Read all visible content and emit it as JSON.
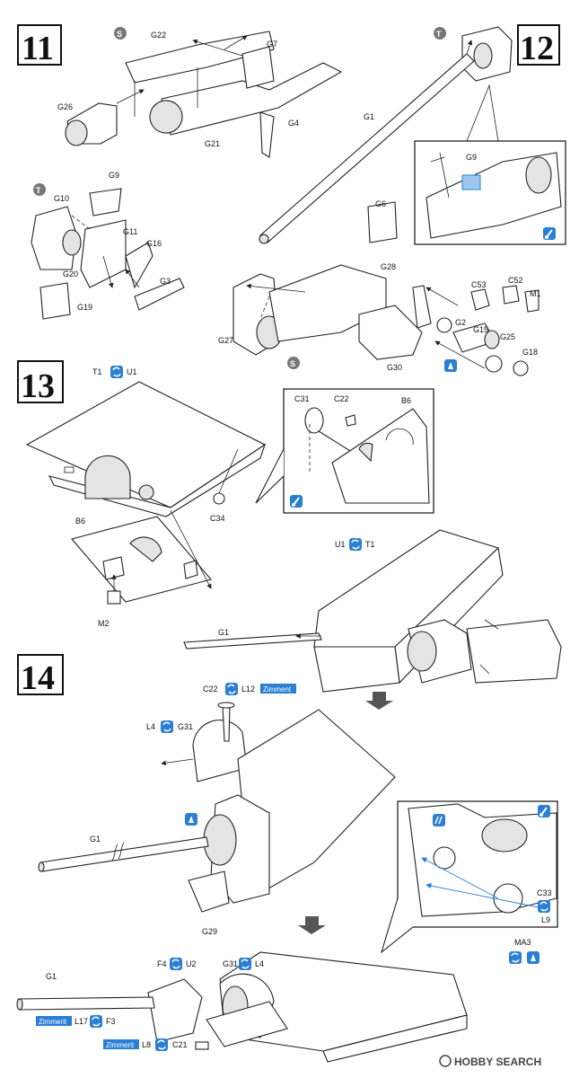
{
  "steps": {
    "s11": "11",
    "s12": "12",
    "s13": "13",
    "s14": "14"
  },
  "markers": {
    "s": "S",
    "t": "T"
  },
  "labels": {
    "g22": "G22",
    "g7": "G7",
    "g26": "G26",
    "g21": "G21",
    "g4": "G4",
    "g9a": "G9",
    "g10": "G10",
    "g11": "G11",
    "g16": "G16",
    "g20": "G20",
    "g3": "G3",
    "g19": "G19",
    "g1a": "G1",
    "g9b": "G9",
    "g6": "G6",
    "g28": "G28",
    "c53": "C53",
    "c52": "C52",
    "m1": "M1",
    "g2": "G2",
    "g15": "G15",
    "g25": "G25",
    "g18": "G18",
    "g27": "G27",
    "g30": "G30",
    "t1a": "T1",
    "u1a": "U1",
    "c34": "C34",
    "b6a": "B6",
    "m2": "M2",
    "c31": "C31",
    "c22a": "C22",
    "b6b": "B6",
    "u1b": "U1",
    "t1b": "T1",
    "g1b": "G1",
    "c22b": "C22",
    "l12": "L12",
    "l4a": "L4",
    "g31a": "G31",
    "g1c": "G1",
    "g29": "G29",
    "c33": "C33",
    "l9": "L9",
    "ma3": "MA3",
    "g1d": "G1",
    "f4": "F4",
    "u2": "U2",
    "g31b": "G31",
    "l4b": "L4",
    "l17": "L17",
    "f3": "F3",
    "l8": "L8",
    "c21": "C21"
  },
  "zimmerit": {
    "z1": "Zimment",
    "z2": "Zimmerit",
    "z3": "Zimmerit"
  },
  "watermark": "HOBBY SEARCH",
  "colors": {
    "accent": "#2a7fd4",
    "arrow_gray": "#555555",
    "ink": "#111111"
  },
  "icons": [
    "s-marker-icon",
    "t-marker-icon",
    "swap-icon",
    "glue-icon",
    "paint-brush-icon",
    "down-arrow-icon"
  ]
}
